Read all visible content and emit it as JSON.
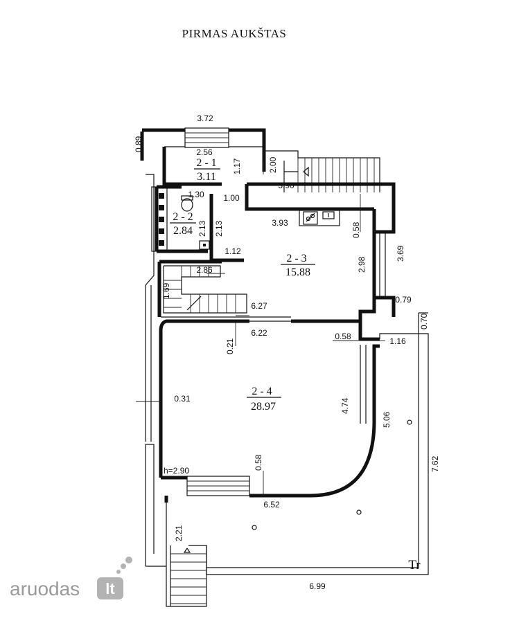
{
  "title": "PIRMAS AUKŠTAS",
  "rooms": [
    {
      "id": "2 - 1",
      "area": "3.11"
    },
    {
      "id": "2 - 2",
      "area": "2.84"
    },
    {
      "id": "2 - 3",
      "area": "15.88"
    },
    {
      "id": "2 - 4",
      "area": "28.97"
    }
  ],
  "terrace_label": "Tr",
  "ceiling_height": "h=2.90",
  "dimensions": [
    "3.72",
    "0.89",
    "2.56",
    "1.17",
    "2.00",
    "3.90",
    "1.30",
    "1.00",
    "2.13",
    "2.13",
    "3.93",
    "0.58",
    "3.69",
    "1.12",
    "2.86",
    "1.69",
    "2.98",
    "6.27",
    "0.79",
    "0.70",
    "6.22",
    "0.21",
    "0.58",
    "1.16",
    "0.31",
    "4.74",
    "5.06",
    "7.62",
    "0.58",
    "6.52",
    "2.21",
    "6.99"
  ],
  "logo": {
    "text": "aruodas",
    "badge": "lt"
  }
}
